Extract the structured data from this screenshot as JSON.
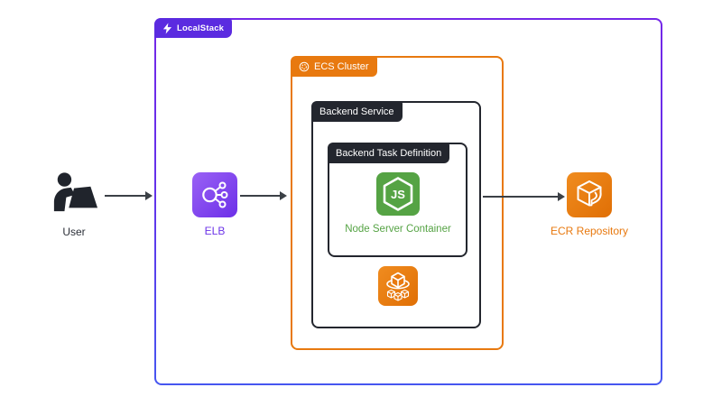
{
  "containers": {
    "localstack": {
      "label": "LocalStack"
    },
    "ecs_cluster": {
      "label": "ECS Cluster"
    },
    "backend_service": {
      "label": "Backend Service"
    },
    "backend_task_definition": {
      "label": "Backend Task Definition"
    }
  },
  "nodes": {
    "user": {
      "label": "User"
    },
    "elb": {
      "label": "ELB"
    },
    "node_server": {
      "label": "Node Server Container",
      "icon_text": "JS"
    },
    "ecs_service": {
      "icon": "ecs-containers-icon"
    },
    "ecr": {
      "label": "ECR Repository"
    }
  },
  "colors": {
    "localstack_purple": "#5b2be0",
    "boundary_gradient_top": "#7427e8",
    "boundary_gradient_bottom": "#4656f0",
    "aws_orange": "#e8790f",
    "dark": "#23262e",
    "node_green": "#55a344",
    "elb_purple": "#6d35e8",
    "arrow": "#3b4046"
  }
}
